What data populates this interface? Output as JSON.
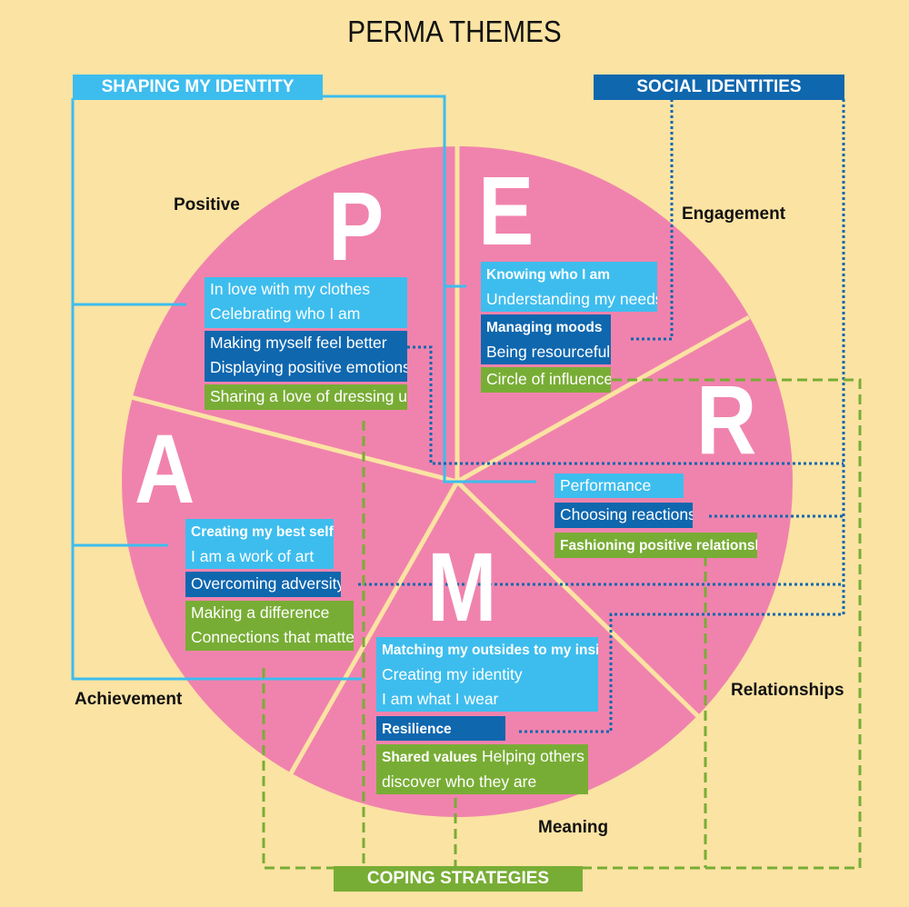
{
  "title": "PERMA THEMES",
  "headers": {
    "shaping": "SHAPING MY IDENTITY",
    "social": "SOCIAL IDENTITIES",
    "coping": "COPING STRATEGIES"
  },
  "letters": {
    "p": "P",
    "e": "E",
    "r": "R",
    "m": "M",
    "a": "A"
  },
  "pillars": {
    "positive": "Positive",
    "engagement": "Engagement",
    "relationships": "Relationships",
    "meaning": "Meaning",
    "achievement": "Achievement"
  },
  "positive": {
    "light": [
      "In love with my clothes",
      "Celebrating who I am"
    ],
    "dark": [
      "Making myself feel better",
      "Displaying positive emotions"
    ],
    "green": [
      "Sharing a love of dressing up"
    ]
  },
  "engagement": {
    "light_bold": "Knowing who I am",
    "light": "Understanding my needs",
    "dark_bold": "Managing moods",
    "dark": "Being resourceful",
    "green": "Circle of influence"
  },
  "relationships": {
    "light": "Performance",
    "dark": "Choosing reactions",
    "green_bold": "Fashioning positive relationships"
  },
  "achievement": {
    "light_bold": "Creating my best self",
    "light": "I am a work of art",
    "dark": "Overcoming adversity",
    "green": [
      "Making a difference",
      "Connections that matter"
    ]
  },
  "meaning": {
    "light_bold": "Matching my outsides to my insides",
    "light": [
      "Creating my identity",
      "I am what I wear"
    ],
    "dark_bold": "Resilience",
    "green_bold": "Shared values",
    "green_1": " Helping others to",
    "green_2": "discover who they are"
  },
  "colors": {
    "background": "#fbe3a3",
    "pie": "#f083ad",
    "light_blue": "#3dbdee",
    "dark_blue": "#0f67ae",
    "green": "#78ad35"
  }
}
